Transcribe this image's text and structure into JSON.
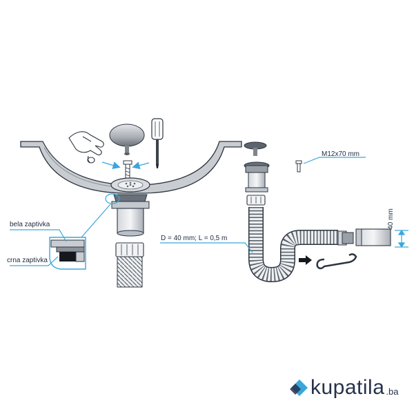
{
  "labels": {
    "bela": "bela zaptivka",
    "crna": "crna zaptivka",
    "screw": "M12x70 mm",
    "pipe": "D = 40 mm; L = 0,5 m",
    "height": "40 mm"
  },
  "logo": {
    "text": "kupatila",
    "domain": ".ba"
  },
  "colors": {
    "accent": "#3aa6db",
    "line": "#2b3440",
    "grey": "#b9bfc6",
    "dark": "#3d434b"
  }
}
